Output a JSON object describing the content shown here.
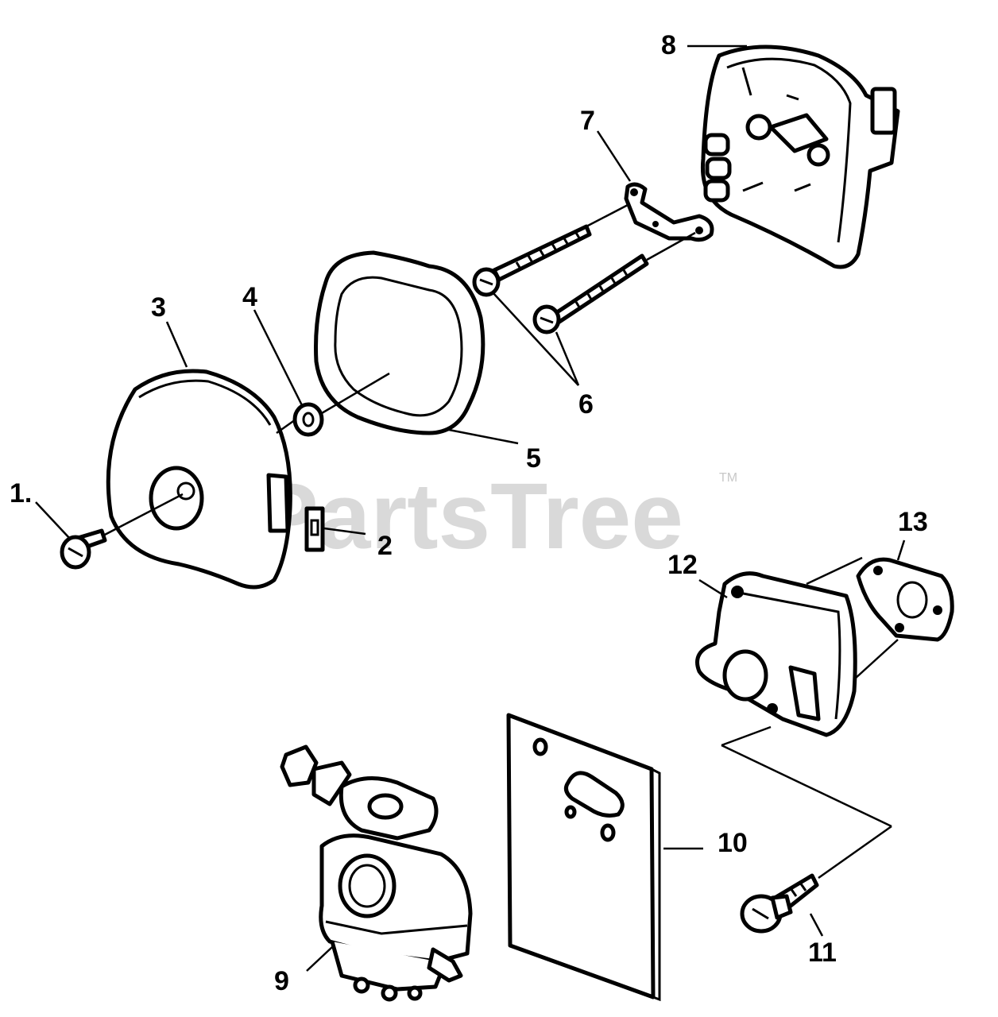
{
  "watermark": {
    "text": "PartsTree",
    "tm": "TM"
  },
  "callouts": [
    {
      "id": "1",
      "text": "1."
    },
    {
      "id": "2",
      "text": "2"
    },
    {
      "id": "3",
      "text": "3"
    },
    {
      "id": "4",
      "text": "4"
    },
    {
      "id": "5",
      "text": "5"
    },
    {
      "id": "6",
      "text": "6"
    },
    {
      "id": "7",
      "text": "7"
    },
    {
      "id": "8",
      "text": "8"
    },
    {
      "id": "9",
      "text": "9"
    },
    {
      "id": "10",
      "text": "10"
    },
    {
      "id": "11",
      "text": "11"
    },
    {
      "id": "12",
      "text": "12"
    },
    {
      "id": "13",
      "text": "13"
    }
  ]
}
